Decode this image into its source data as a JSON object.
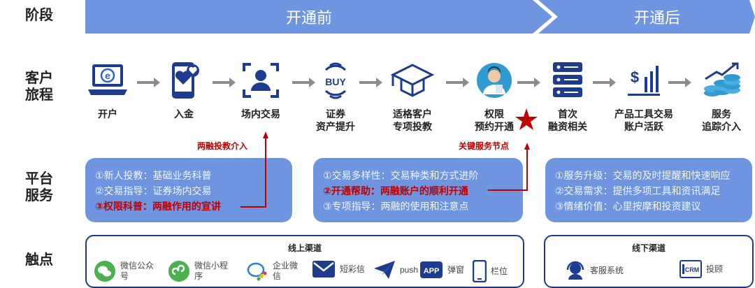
{
  "rows": {
    "stage": "阶段",
    "journey_1": "客户",
    "journey_2": "旅程",
    "platform_1": "平台",
    "platform_2": "服务",
    "touch": "触点"
  },
  "phases": {
    "before": "开通前",
    "after": "开通后"
  },
  "steps": [
    {
      "line1": "开户",
      "line2": "",
      "icon": "laptop-e-icon"
    },
    {
      "line1": "入金",
      "line2": "",
      "icon": "phone-heart-icon"
    },
    {
      "line1": "场内交易",
      "line2": "",
      "icon": "person-frame-icon"
    },
    {
      "line1": "证券",
      "line2": "资产提升",
      "icon": "buy-icon"
    },
    {
      "line1": "适格客户",
      "line2": "专项投教",
      "icon": "graduation-cap-icon"
    },
    {
      "line1": "权限",
      "line2": "预约开通",
      "icon": "person-avatar-icon"
    },
    {
      "line1": "首次",
      "line2": "融资相关",
      "icon": "database-icon"
    },
    {
      "line1": "产品工具交易",
      "line2": "账户活跃",
      "icon": "dollar-chart-icon"
    },
    {
      "line1": "服务",
      "line2": "追踪介入",
      "icon": "coins-growth-icon"
    }
  ],
  "notes": {
    "intervene": "两融投教介入",
    "key_node": "关键服务节点"
  },
  "services": [
    {
      "items": [
        {
          "text": "①新人投教：基础业务科普",
          "hl": false
        },
        {
          "text": "②交易指导：证券场内交易",
          "hl": false
        },
        {
          "text": "③权限科普：两融作用的宣讲",
          "hl": true
        }
      ]
    },
    {
      "items": [
        {
          "text": "①交易多样性：交易种类和方式进阶",
          "hl": false
        },
        {
          "text": "②开通帮助：两融账户的顺利开通",
          "hl": true
        },
        {
          "text": "③专项指导：两融的使用和注意点",
          "hl": false
        }
      ]
    },
    {
      "items": [
        {
          "text": "①服务升级：交易的及时提醒和快速响应",
          "hl": false
        },
        {
          "text": "②交易需求：提供多项工具和资讯满足",
          "hl": false
        },
        {
          "text": "③情绪价值：心里按摩和投资建议",
          "hl": false
        }
      ]
    }
  ],
  "online": {
    "title": "线上渠道",
    "items": [
      {
        "line1": "微信公众",
        "line2": "号",
        "icon": "wechat-icon"
      },
      {
        "line1": "微信小程",
        "line2": "序",
        "icon": "mini-program-icon"
      },
      {
        "line1": "企业微",
        "line2": "信",
        "icon": "wecom-icon"
      },
      {
        "line1": "短彩信",
        "line2": "",
        "icon": "envelope-icon"
      },
      {
        "line1": "push",
        "line2": "",
        "icon": "paper-plane-icon"
      },
      {
        "line1": "弹窗",
        "line2": "",
        "icon": "app-icon"
      },
      {
        "line1": "栏位",
        "line2": "",
        "icon": "mobile-icon"
      }
    ]
  },
  "offline": {
    "title": "线下渠道",
    "items": [
      {
        "line1": "客服系统",
        "line2": "",
        "icon": "headset-icon"
      },
      {
        "line1": "投顾",
        "line2": "",
        "icon": "crm-icon"
      }
    ],
    "crm_text": "CRM"
  },
  "app_text": "APP",
  "buy_text": "BUY",
  "colors": {
    "phase": "#6f95e0",
    "accent": "#c00000",
    "navy": "#1f3a8a",
    "icon": "#1d3c8f"
  }
}
